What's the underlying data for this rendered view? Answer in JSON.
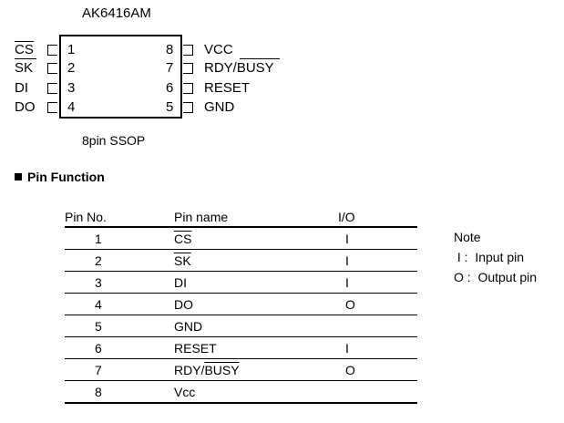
{
  "diagram": {
    "chip_title": "AK6416AM",
    "package_label": "8pin  SSOP",
    "left_pins": [
      {
        "num": "1",
        "name": "CS",
        "overline": true
      },
      {
        "num": "2",
        "name": "SK",
        "overline": false
      },
      {
        "num": "3",
        "name": "DI",
        "overline": false
      },
      {
        "num": "4",
        "name": "DO",
        "overline": false
      }
    ],
    "right_pins": [
      {
        "num": "8",
        "name": "VCC",
        "overline": false
      },
      {
        "num": "7",
        "name": "RDY/BUSY",
        "overline": false
      },
      {
        "num": "6",
        "name": "RESET",
        "overline": false
      },
      {
        "num": "5",
        "name": "GND",
        "overline": false
      }
    ]
  },
  "section": {
    "title": "Pin Function"
  },
  "table": {
    "headers": [
      "Pin No.",
      "Pin name",
      "I/O"
    ],
    "rows": [
      {
        "no": "1",
        "name": "CS",
        "name_overline": "CS",
        "io": "I"
      },
      {
        "no": "2",
        "name": "SK",
        "name_overline": "SK",
        "io": "I"
      },
      {
        "no": "3",
        "name": "DI",
        "io": "I"
      },
      {
        "no": "4",
        "name": "DO",
        "io": "O"
      },
      {
        "no": "5",
        "name": "GND",
        "io": ""
      },
      {
        "no": "6",
        "name": "RESET",
        "io": "I"
      },
      {
        "no": "7",
        "name_prefix": "RDY/",
        "name_overline": "BUSY",
        "io": "O"
      },
      {
        "no": "8",
        "name": "Vcc",
        "io": ""
      }
    ]
  },
  "note": {
    "title": "Note",
    "lines": [
      " I :  Input pin",
      "O :  Output pin"
    ]
  }
}
